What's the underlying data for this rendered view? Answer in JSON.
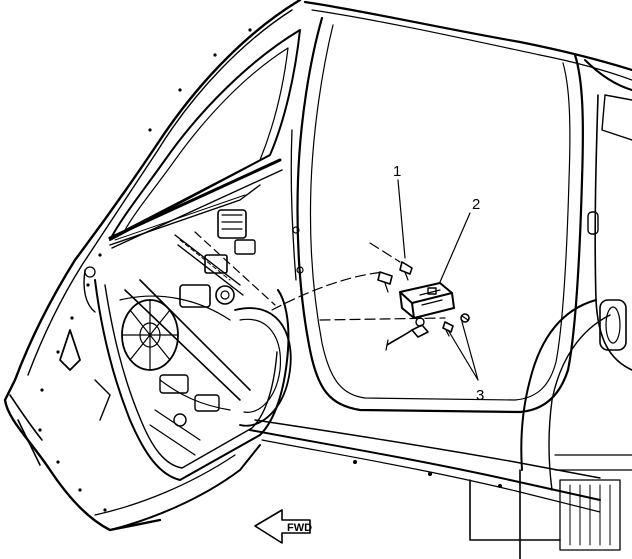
{
  "diagram": {
    "callouts": [
      {
        "id": "1",
        "label": "1"
      },
      {
        "id": "2",
        "label": "2"
      },
      {
        "id": "3",
        "label": "3"
      }
    ],
    "direction_marker": {
      "label": "FWD",
      "icon": "arrow-left-icon"
    },
    "colors": {
      "line": "#000000",
      "background": "#ffffff"
    }
  }
}
